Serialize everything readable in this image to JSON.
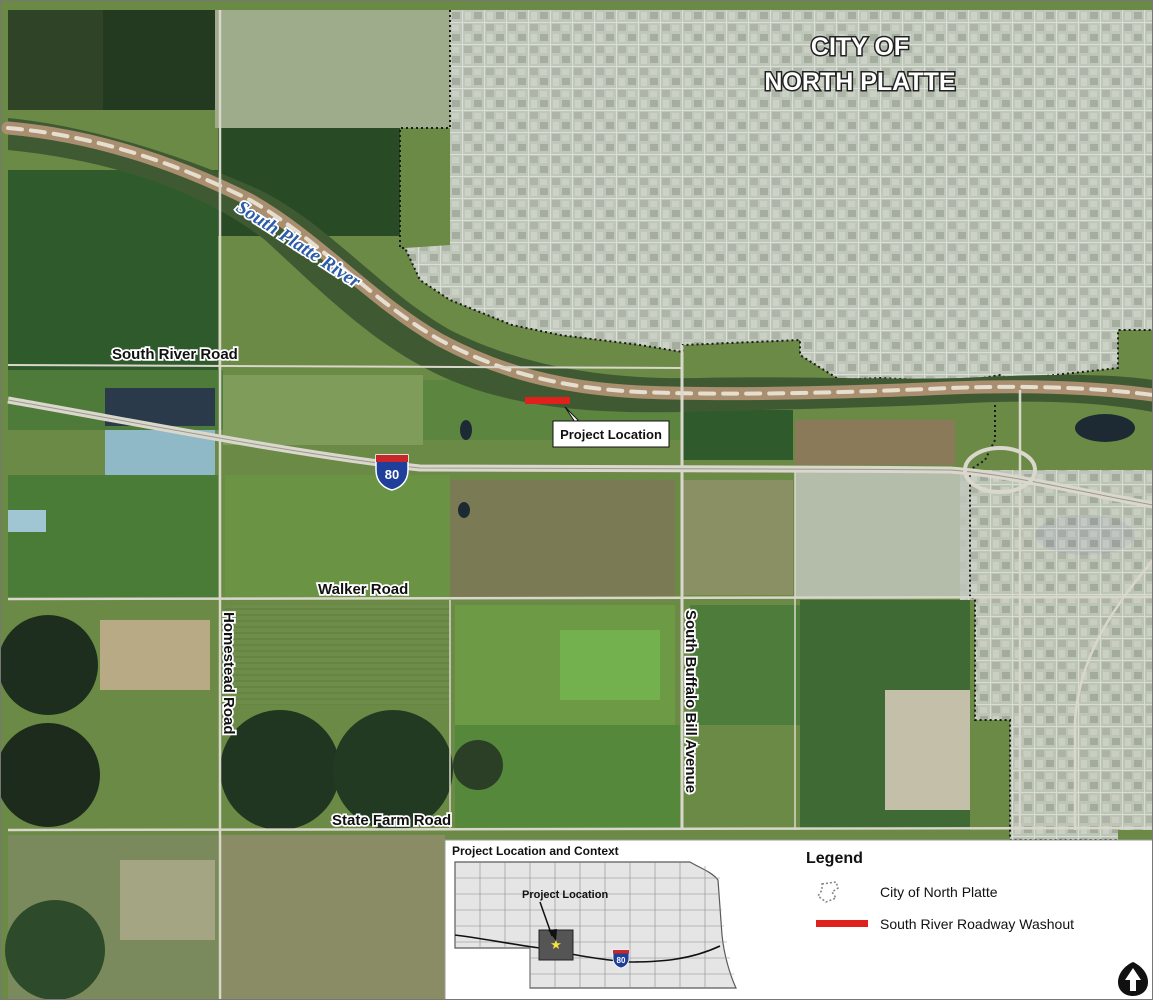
{
  "map": {
    "city_label_line1": "CITY OF",
    "city_label_line2": "NORTH PLATTE",
    "river_label": "South Platte River",
    "roads": {
      "south_river_road": "South River Road",
      "walker_road": "Walker Road",
      "state_farm_road": "State Farm Road",
      "homestead_road": "Homestead Road",
      "south_buffalo_bill_avenue": "South Buffalo Bill Avenue"
    },
    "interstate_shield": "80",
    "project_callout": "Project Location"
  },
  "inset": {
    "title": "Project Location and Context",
    "project_label": "Project Location",
    "interstate_shield": "80"
  },
  "legend": {
    "title": "Legend",
    "items": [
      {
        "label": "City of North Platte",
        "symbol": "dotted-outline",
        "color": "#888888"
      },
      {
        "label": "South River Roadway Washout",
        "symbol": "red-bar",
        "color": "#e0201c"
      }
    ]
  },
  "north_arrow": {
    "icon": "north-arrow-icon"
  },
  "colors": {
    "washout_red": "#e0201c",
    "river_label_blue": "#2b5ca8",
    "interstate_blue": "#1f3f9a",
    "interstate_red": "#c8262b"
  }
}
